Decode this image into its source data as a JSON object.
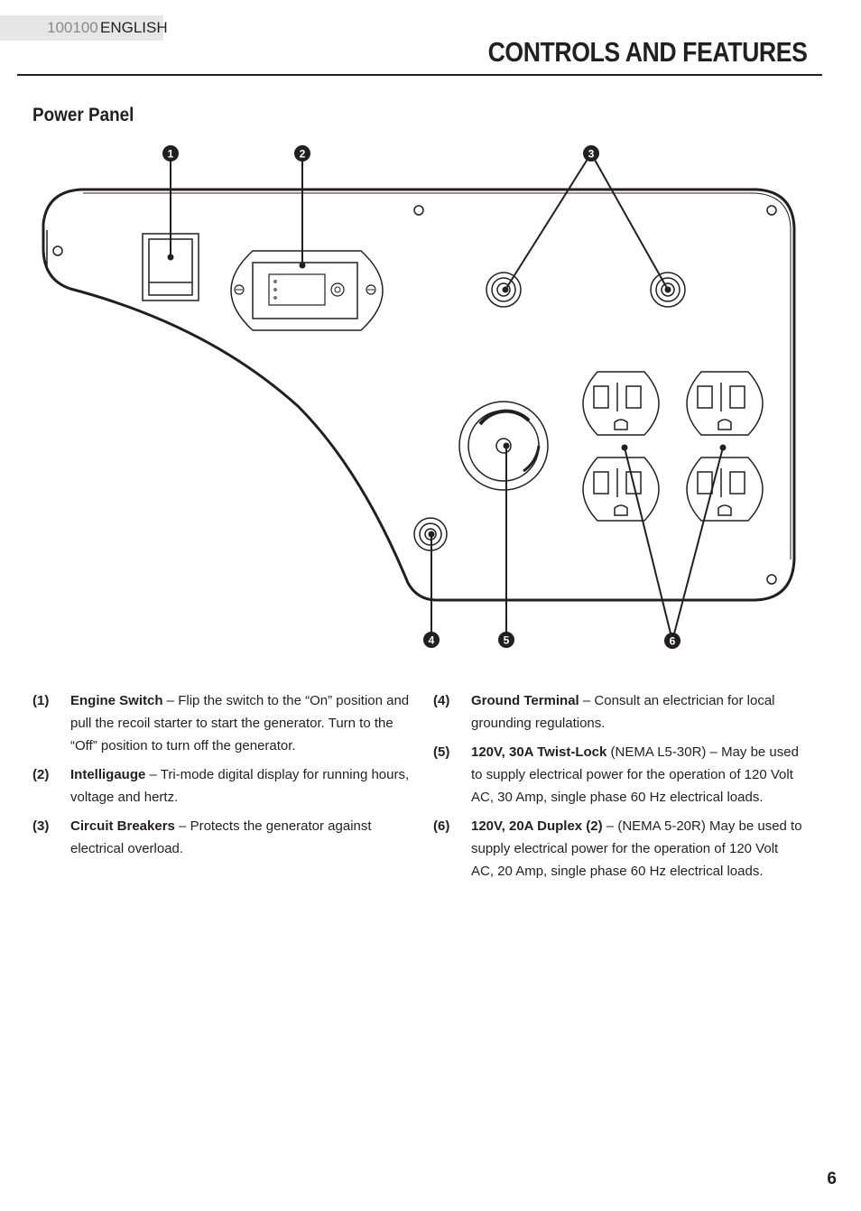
{
  "header": {
    "model_number": "100100",
    "language": "ENGLISH",
    "section_title": "CONTROLS AND FEATURES"
  },
  "subsection_title": "Power Panel",
  "figure": {
    "callouts": [
      "1",
      "2",
      "3",
      "4",
      "5",
      "6"
    ]
  },
  "items_left": [
    {
      "number": "(1)",
      "term": "Engine Switch",
      "text": " – Flip the switch to the “On” position and pull the recoil starter to start the generator. Turn to the “Off” position to turn off the generator."
    },
    {
      "number": "(2)",
      "term": "Intelligauge",
      "text": " – Tri-mode digital display for running hours, voltage and hertz."
    },
    {
      "number": "(3)",
      "term": "Circuit Breakers",
      "text": " – Protects the generator against electrical overload."
    }
  ],
  "items_right": [
    {
      "number": "(4)",
      "term": "Ground Terminal",
      "text": " – Consult an electrician for local grounding regulations."
    },
    {
      "number": "(5)",
      "term": "120V, 30A Twist-Lock",
      "text": " (NEMA L5-30R) – May be used to supply electrical power for the operation of 120 Volt AC, 30 Amp, single phase 60 Hz electrical loads."
    },
    {
      "number": "(6)",
      "term": "120V, 20A Duplex (2)",
      "text": " – (NEMA 5-20R) May be used to supply electrical power for the operation of 120 Volt AC, 20 Amp, single phase 60 Hz electrical loads."
    }
  ],
  "page_number": "6"
}
